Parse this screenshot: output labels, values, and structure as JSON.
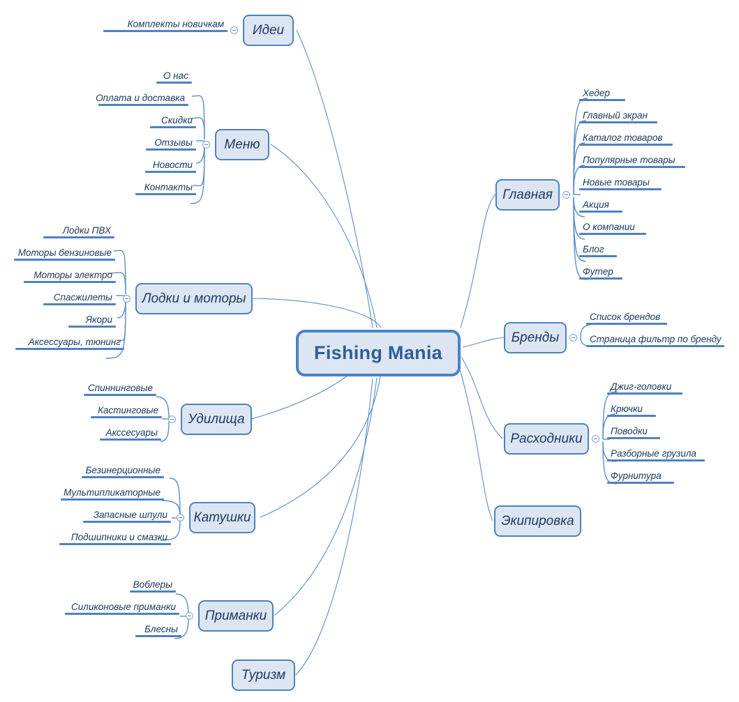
{
  "diagram": {
    "title": "Fishing Mania",
    "type": "mind-map",
    "background_color": "#ffffff",
    "node_fill": "#dce6f2",
    "node_border": "#4f81bd",
    "central_border": "#4a82c4",
    "rule_color": "#4f81bd",
    "text_color": "#17375e"
  },
  "central": {
    "label": "Fishing Mania"
  },
  "branches": [
    {
      "id": "idei",
      "label": "Идеи",
      "side": "left",
      "toggle": "collapse-minus",
      "children": [
        {
          "label": "Комплекты новичкам"
        }
      ]
    },
    {
      "id": "menu",
      "label": "Меню",
      "side": "left",
      "toggle": "collapse-minus",
      "children": [
        {
          "label": "О нас"
        },
        {
          "label": "Оплата и доставка"
        },
        {
          "label": "Скидки"
        },
        {
          "label": "Отзывы"
        },
        {
          "label": "Новости"
        },
        {
          "label": "Контакты"
        }
      ]
    },
    {
      "id": "lodki-i-motory",
      "label": "Лодки и моторы",
      "side": "left",
      "toggle": "collapse-minus",
      "children": [
        {
          "label": "Лодки ПВХ"
        },
        {
          "label": "Моторы бензиновые"
        },
        {
          "label": "Моторы электро"
        },
        {
          "label": "Спасжилеты"
        },
        {
          "label": "Якори"
        },
        {
          "label": "Аксессуары, тюнинг"
        }
      ]
    },
    {
      "id": "udilishcha",
      "label": "Удилища",
      "side": "left",
      "toggle": "collapse-minus",
      "children": [
        {
          "label": "Спиннинговые"
        },
        {
          "label": "Кастинговые"
        },
        {
          "label": "Акссесуары"
        }
      ]
    },
    {
      "id": "katushki",
      "label": "Катушки",
      "side": "left",
      "toggle": "collapse-minus",
      "children": [
        {
          "label": "Безинерционные"
        },
        {
          "label": "Мультипликаторные"
        },
        {
          "label": "Запасные шпули"
        },
        {
          "label": "Подшипники и смазки"
        }
      ]
    },
    {
      "id": "primanki",
      "label": "Приманки",
      "side": "left",
      "toggle": "collapse-minus",
      "children": [
        {
          "label": "Воблеры"
        },
        {
          "label": "Силиконовые приманки"
        },
        {
          "label": "Блесны"
        }
      ]
    },
    {
      "id": "turizm",
      "label": "Туризм",
      "side": "left",
      "toggle": null,
      "children": []
    },
    {
      "id": "glavnaya",
      "label": "Главная",
      "side": "right",
      "toggle": "collapse-minus",
      "children": [
        {
          "label": "Хедер"
        },
        {
          "label": "Главный экран"
        },
        {
          "label": "Каталог товаров"
        },
        {
          "label": "Популярные товары"
        },
        {
          "label": "Новые товары"
        },
        {
          "label": "Акция"
        },
        {
          "label": "О компании"
        },
        {
          "label": "Блог"
        },
        {
          "label": "Футер"
        }
      ]
    },
    {
      "id": "brendy",
      "label": "Бренды",
      "side": "right",
      "toggle": "collapse-minus",
      "children": [
        {
          "label": "Список брендов"
        },
        {
          "label": "Страница фильтр по бренду"
        }
      ]
    },
    {
      "id": "raskhodniki",
      "label": "Расходники",
      "side": "right",
      "toggle": "collapse-minus",
      "children": [
        {
          "label": "Джиг-головки"
        },
        {
          "label": "Крючки"
        },
        {
          "label": "Поводки"
        },
        {
          "label": "Разборные грузила"
        },
        {
          "label": "Фурнитура"
        }
      ]
    },
    {
      "id": "ekipirovka",
      "label": "Экипировка",
      "side": "right",
      "toggle": null,
      "children": []
    }
  ]
}
